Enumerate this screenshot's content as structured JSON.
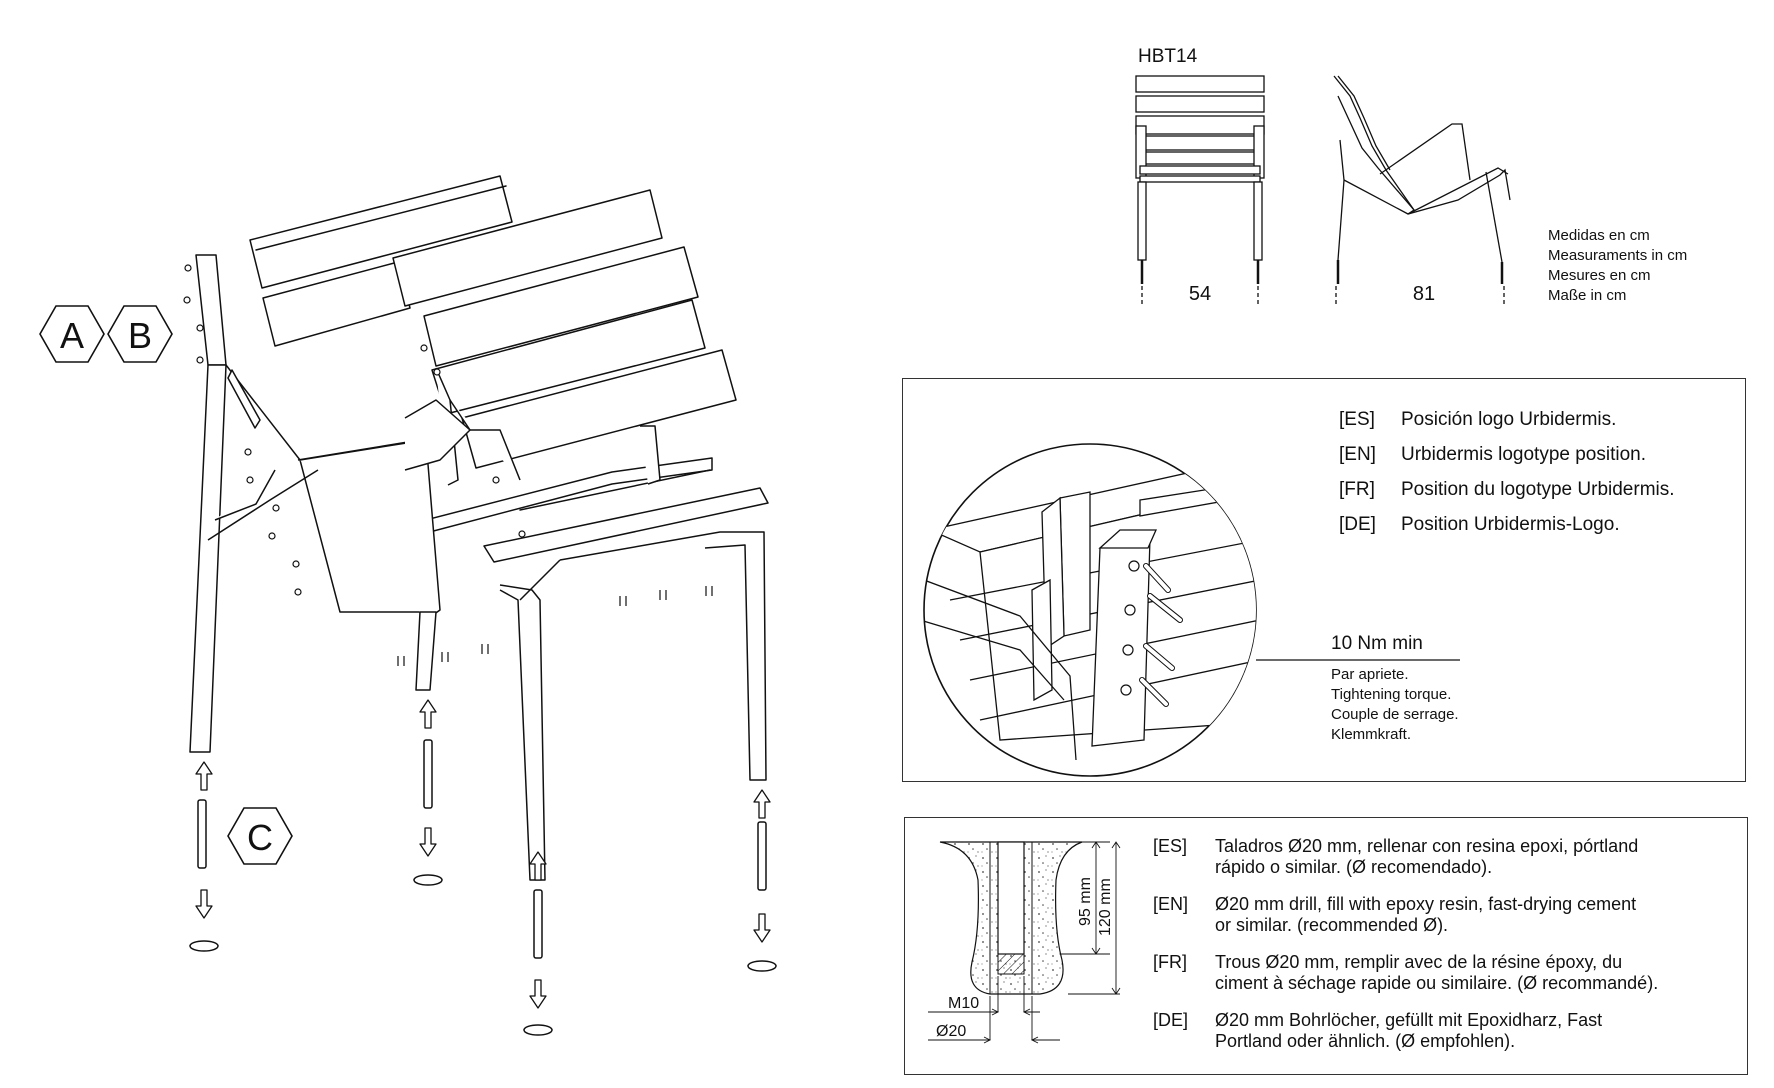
{
  "labels": {
    "a": "A",
    "b": "B",
    "c": "C"
  },
  "model": "HBT14",
  "dimensions": {
    "width": "54",
    "depth": "81"
  },
  "units": [
    "Medidas en cm",
    "Measuraments in cm",
    "Mesures en cm",
    "Maße in cm"
  ],
  "logo_position": [
    {
      "code": "[ES]",
      "text": "Posición logo Urbidermis."
    },
    {
      "code": "[EN]",
      "text": "Urbidermis logotype position."
    },
    {
      "code": "[FR]",
      "text": "Position du logotype Urbidermis."
    },
    {
      "code": "[DE]",
      "text": "Position Urbidermis-Logo."
    }
  ],
  "torque": {
    "value": "10 Nm min",
    "lines": [
      "Par apriete.",
      "Tightening torque.",
      "Couple de serrage.",
      "Klemmkraft."
    ]
  },
  "anchoring": {
    "depth_inner": "95 mm",
    "depth_outer": "120 mm",
    "bolt": "M10",
    "hole": "Ø20",
    "instructions": [
      {
        "code": "[ES]",
        "text": "Taladros Ø20 mm, rellenar con resina epoxi, pórtland\nrápido o similar. (Ø recomendado)."
      },
      {
        "code": "[EN]",
        "text": "Ø20 mm drill, fill with epoxy resin, fast-drying cement\nor similar. (recommended Ø)."
      },
      {
        "code": "[FR]",
        "text": "Trous Ø20 mm, remplir avec de la résine époxy, du\nciment à séchage rapide ou similaire. (Ø recommandé)."
      },
      {
        "code": "[DE]",
        "text": "Ø20 mm Bohrlöcher, gefüllt mit Epoxidharz, Fast\nPortland oder ähnlich. (Ø empfohlen)."
      }
    ]
  }
}
